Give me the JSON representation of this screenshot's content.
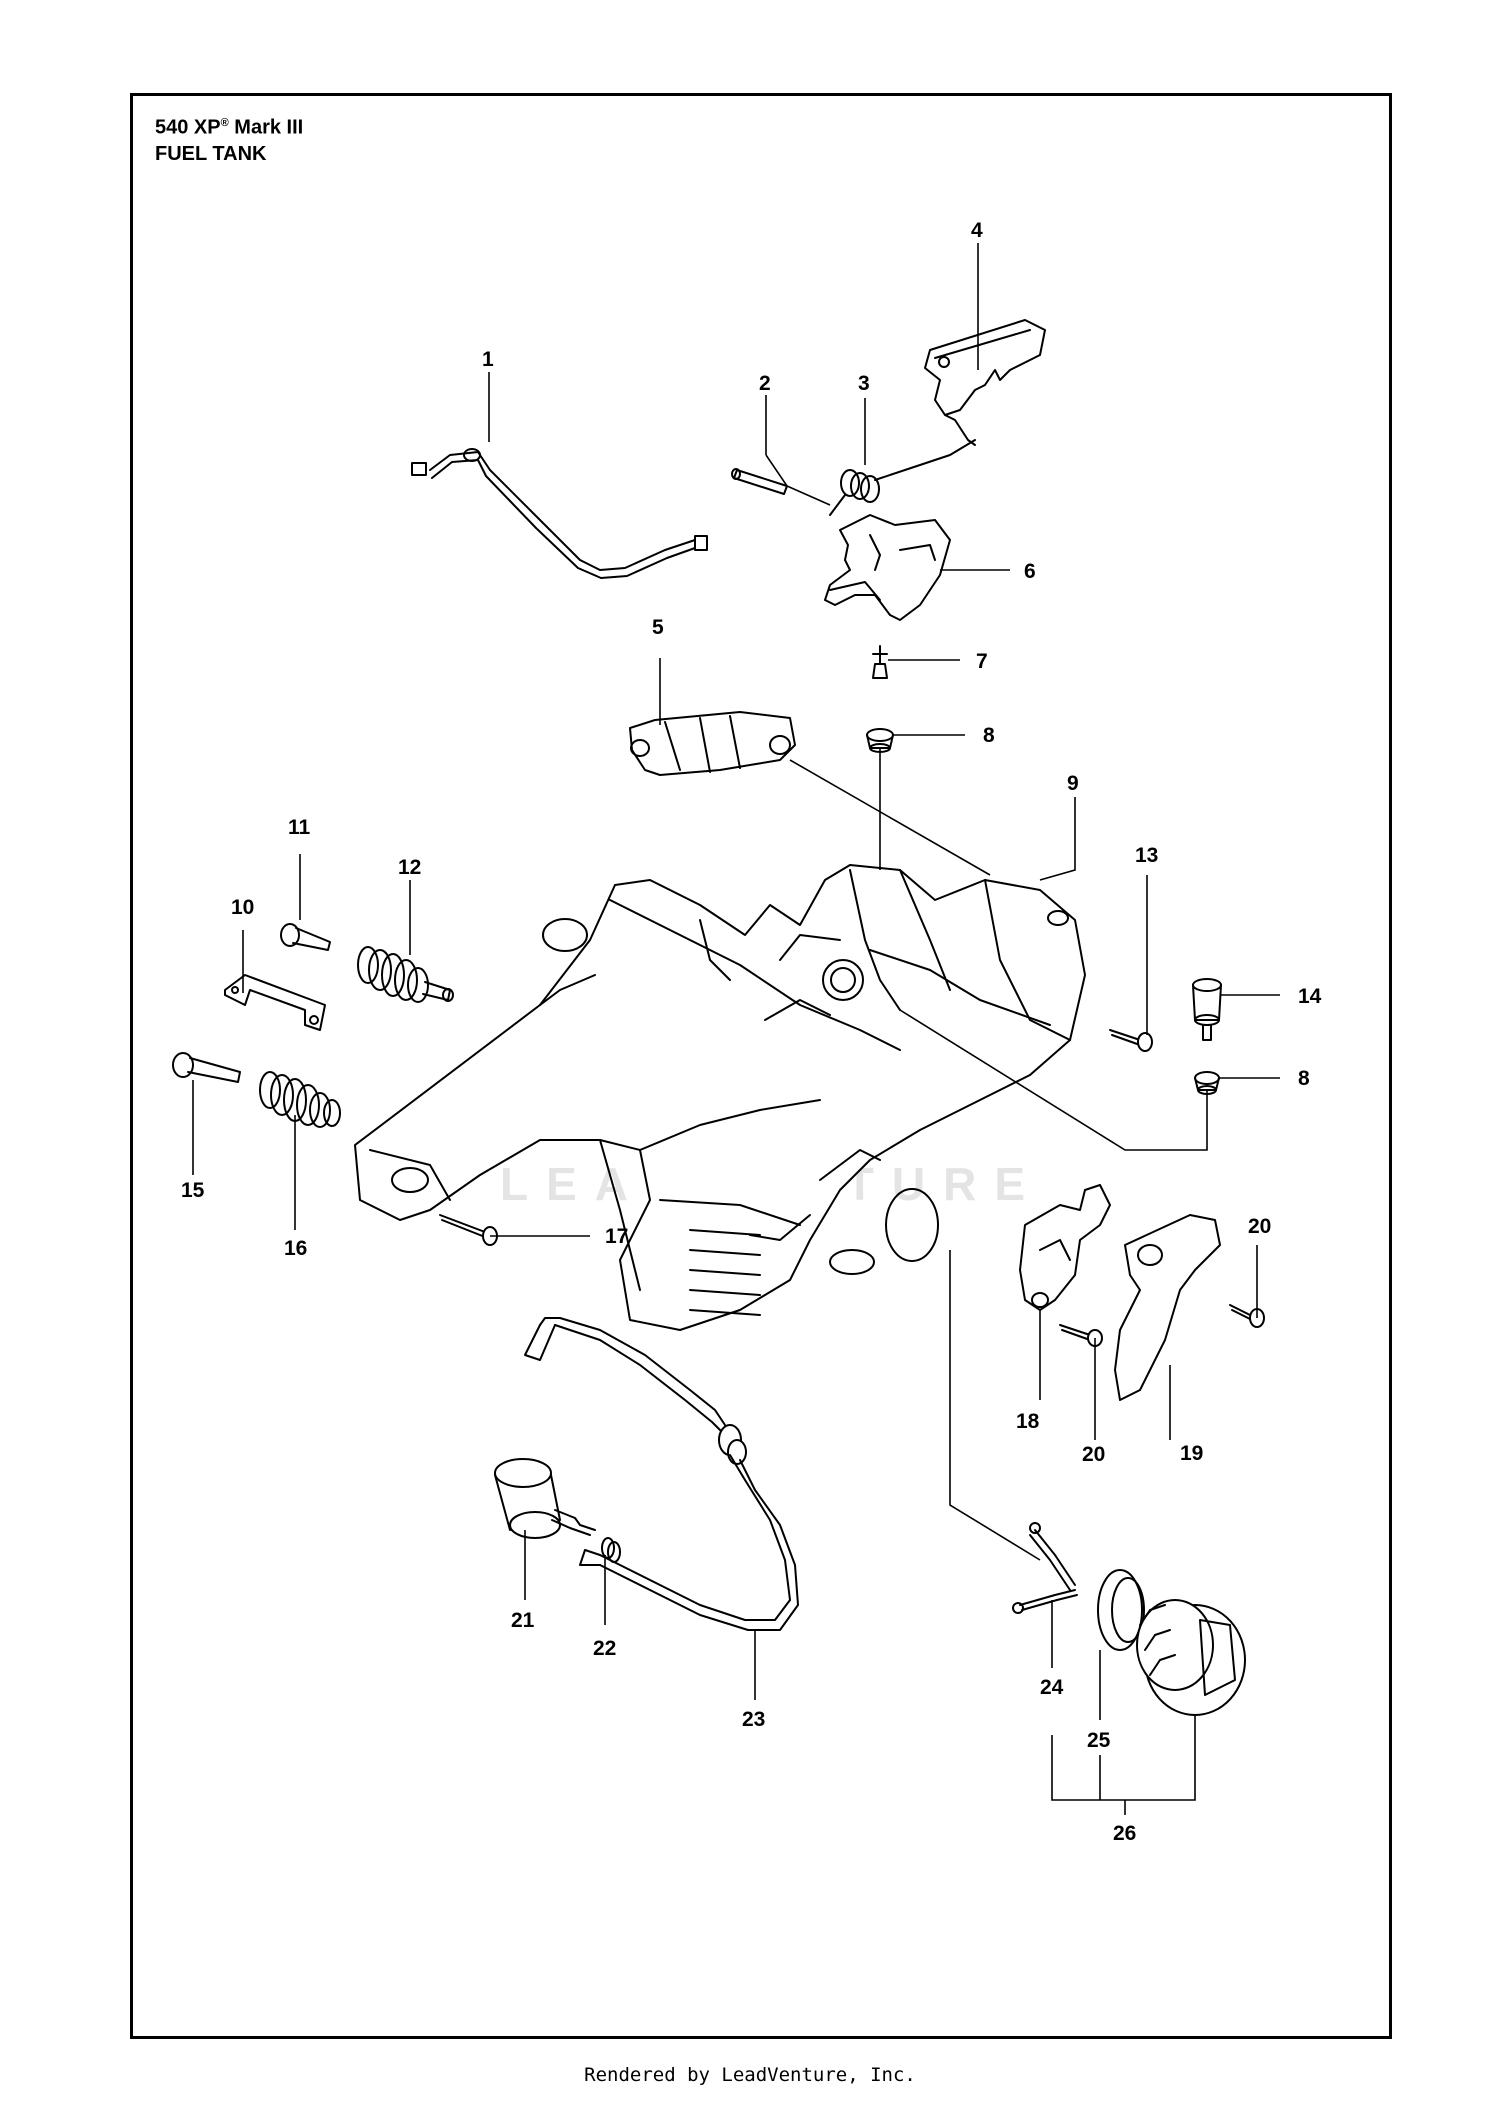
{
  "title": {
    "model": "540 XP",
    "reg_mark": "®",
    "variant": "Mark III",
    "subtitle": "FUEL TANK"
  },
  "watermark": "LEADVENTURE",
  "footer": "Rendered by LeadVenture, Inc.",
  "callouts": [
    "1",
    "2",
    "3",
    "4",
    "5",
    "6",
    "7",
    "8",
    "8",
    "9",
    "10",
    "11",
    "12",
    "13",
    "14",
    "15",
    "16",
    "17",
    "18",
    "19",
    "20",
    "20",
    "21",
    "22",
    "23",
    "24",
    "25",
    "26"
  ],
  "colors": {
    "line": "#000000",
    "watermark": "#e4e4e4"
  }
}
